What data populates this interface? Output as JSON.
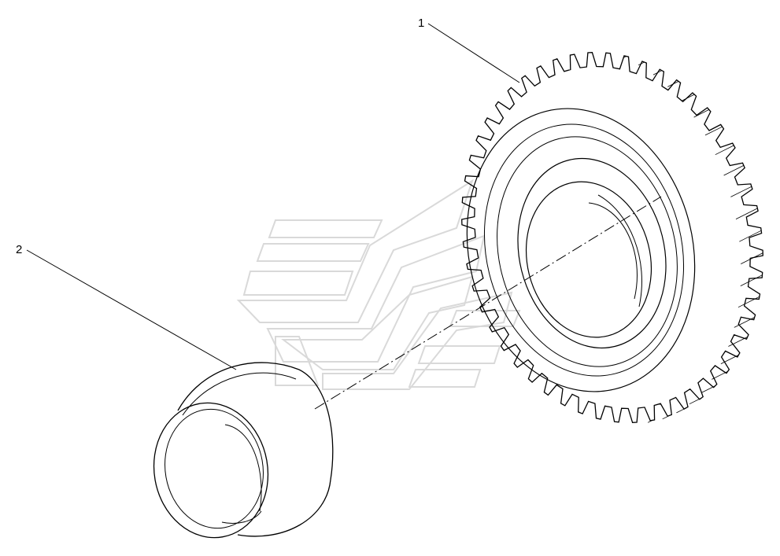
{
  "diagram": {
    "callouts": [
      {
        "id": "1",
        "label": "1"
      },
      {
        "id": "2",
        "label": "2"
      }
    ],
    "parts": {
      "gear": {
        "teeth": 52
      },
      "bushing": {}
    },
    "watermark": {
      "icon": "stylized-logo-watermark"
    },
    "colors": {
      "line": "#000000",
      "watermark": "#d9d9d9",
      "background": "#ffffff"
    }
  }
}
